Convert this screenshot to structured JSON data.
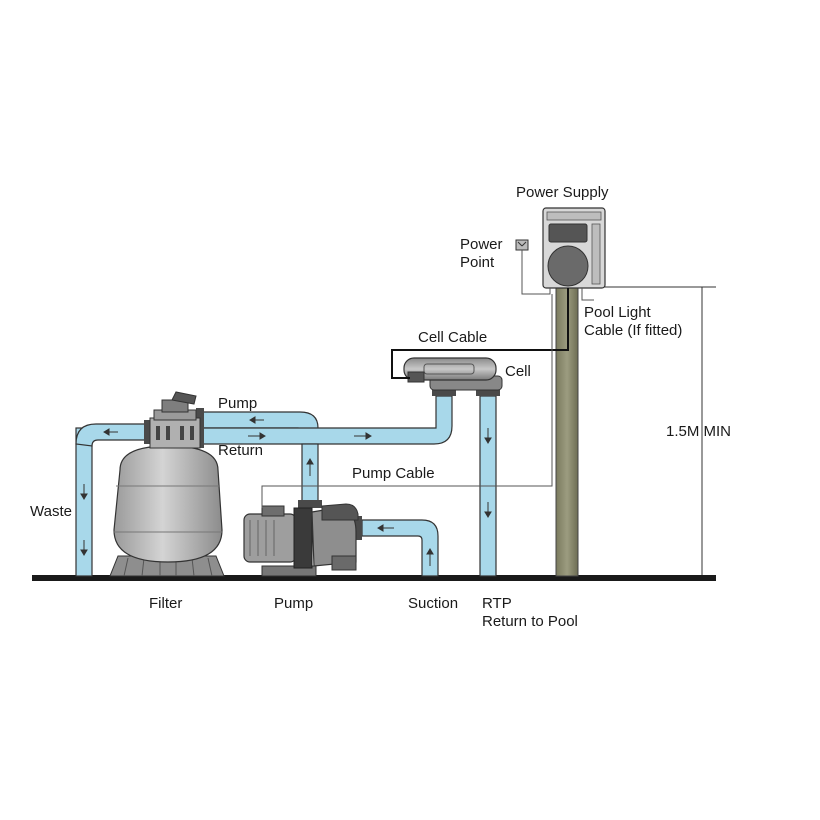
{
  "labels": {
    "power_supply": "Power Supply",
    "power_point": [
      "Power",
      "Point"
    ],
    "pool_light_cable": [
      "Pool Light",
      "Cable (If fitted)"
    ],
    "cell_cable": "Cell Cable",
    "cell": "Cell",
    "pump_line": "Pump",
    "return_line": "Return",
    "pump_cable": "Pump Cable",
    "waste": "Waste",
    "height": "1.5M MIN",
    "filter": "Filter",
    "pump": "Pump",
    "suction": "Suction",
    "rtp": [
      "RTP",
      "Return to Pool"
    ]
  },
  "colors": {
    "pipe": "#a8d8ea",
    "pipe_outline": "#333333",
    "equipment": "#c9c9c9",
    "post": "#8a8a6e",
    "ground": "#1a1a1a"
  }
}
